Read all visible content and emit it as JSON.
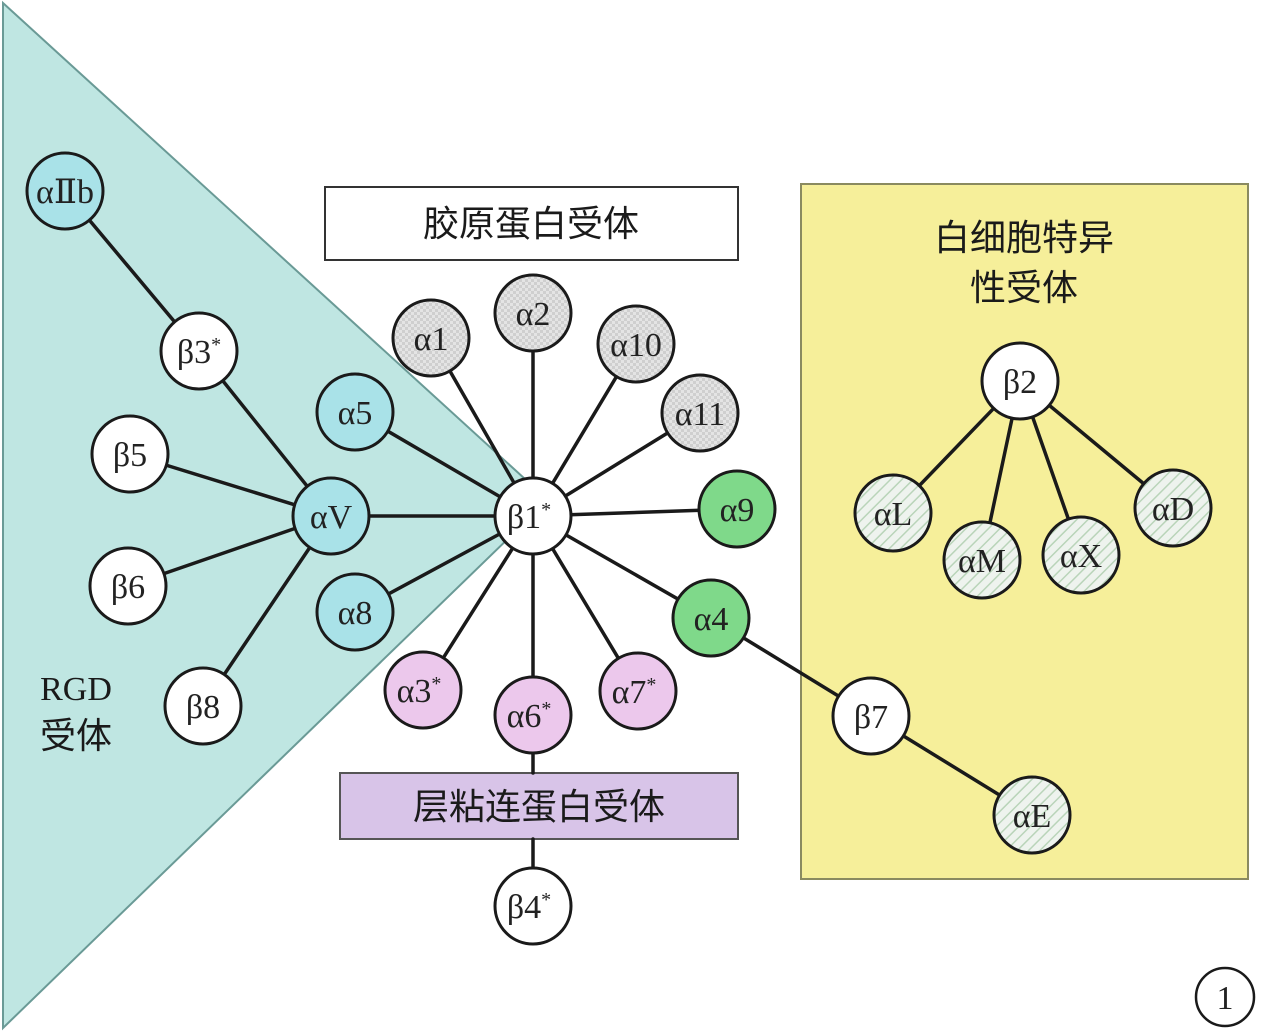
{
  "diagram": {
    "labels": {
      "collagen": "胶原蛋白受体",
      "laminin": "层粘连蛋白受体",
      "leukocyte_line1": "白细胞特异",
      "leukocyte_line2": "性受体",
      "rgd_line1": "RGD",
      "rgd_line2": "受体",
      "figure_number": "1"
    },
    "nodes": {
      "aIIb": {
        "text": "αⅡb",
        "sup": ""
      },
      "b3": {
        "text": "β3",
        "sup": "*"
      },
      "b5": {
        "text": "β5",
        "sup": ""
      },
      "aV": {
        "text": "αV",
        "sup": ""
      },
      "b6": {
        "text": "β6",
        "sup": ""
      },
      "b8": {
        "text": "β8",
        "sup": ""
      },
      "a5": {
        "text": "α5",
        "sup": ""
      },
      "a8": {
        "text": "α8",
        "sup": ""
      },
      "a1": {
        "text": "α1",
        "sup": ""
      },
      "a2": {
        "text": "α2",
        "sup": ""
      },
      "a10": {
        "text": "α10",
        "sup": ""
      },
      "a11": {
        "text": "α11",
        "sup": ""
      },
      "b1": {
        "text": "β1",
        "sup": "*"
      },
      "a9": {
        "text": "α9",
        "sup": ""
      },
      "a4": {
        "text": "α4",
        "sup": ""
      },
      "a3": {
        "text": "α3",
        "sup": "*"
      },
      "a6": {
        "text": "α6",
        "sup": "*"
      },
      "a7": {
        "text": "α7",
        "sup": "*"
      },
      "b4": {
        "text": "β4",
        "sup": "*"
      },
      "b2": {
        "text": "β2",
        "sup": ""
      },
      "aL": {
        "text": "αL",
        "sup": ""
      },
      "aM": {
        "text": "αM",
        "sup": ""
      },
      "aX": {
        "text": "αX",
        "sup": ""
      },
      "aD": {
        "text": "αD",
        "sup": ""
      },
      "b7": {
        "text": "β7",
        "sup": ""
      },
      "aE": {
        "text": "αE",
        "sup": ""
      }
    },
    "colors": {
      "rgd_region": "#bfe6e2",
      "leukocyte_region": "#f6ef9a",
      "laminin_box": "#d8c4e8",
      "node_cyan": "#a9e2e8",
      "node_gray": "#dcdcdc",
      "node_green": "#7fd98a",
      "node_pink": "#ecc8ec",
      "node_hatch": "#d9e8d9",
      "node_white": "#ffffff"
    }
  }
}
